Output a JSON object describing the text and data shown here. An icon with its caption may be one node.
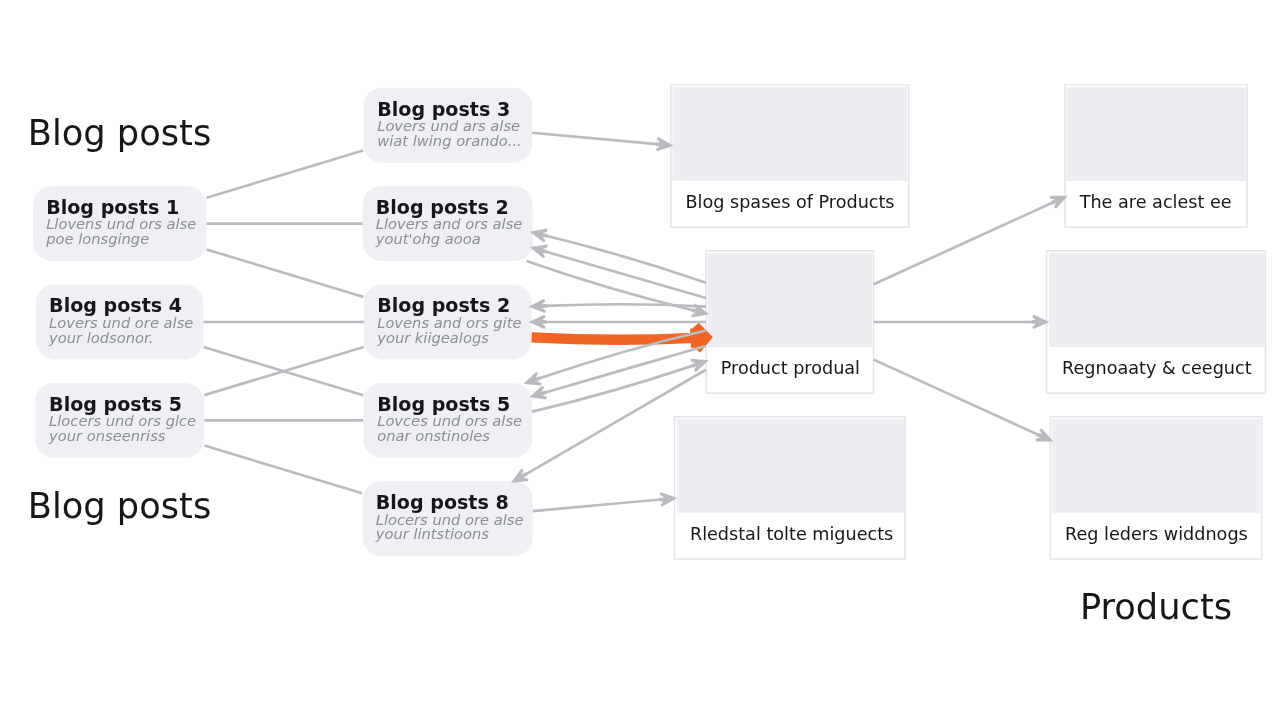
{
  "diagram": {
    "nodes": [
      {
        "text": [
          "Blog posts 3",
          "Lovers und ars alse wiat lwing orando..."
        ]
      },
      {
        "text": [
          "Blog posts 1",
          "Llovens und ors alse poe lonsginge"
        ]
      },
      {
        "text": [
          "Blog posts 2",
          "Llovers and ors alse yout'ohg aooa"
        ]
      },
      {
        "text": [
          "Blog posts 4",
          "Lovers und ore alse your lodsonor."
        ]
      },
      {
        "text": [
          "Blog posts 2",
          "Lovens and ors gite your kiigealogs"
        ]
      },
      {
        "text": [
          "Blog posts 5",
          "Lovces und ors alse onar onstinoles"
        ]
      },
      {
        "text": [
          "Blog posts 5",
          "Llocers und ors glce your onseenriss"
        ]
      },
      {
        "text": [
          "Blog posts 8",
          "Llocers und ore alse your lintstioons"
        ]
      },
      {
        "text": [
          "Blog spases of Products"
        ]
      },
      {
        "text": [
          "The are aclest ee"
        ]
      },
      {
        "text": [
          "Product produal"
        ]
      },
      {
        "text": [
          "Regnoaaty & ceeguct"
        ]
      },
      {
        "text": [
          "Rledstal tolte miguects"
        ]
      },
      {
        "text": [
          "Reg leders widdnogs"
        ]
      }
    ],
    "edges": [
      {
        "from": 1,
        "to": 0,
        "arrow": "none"
      },
      {
        "from": 1,
        "to": 2,
        "arrow": "none"
      },
      {
        "from": 1,
        "to": 4,
        "arrow": "none"
      },
      {
        "from": 3,
        "to": 4,
        "arrow": "none"
      },
      {
        "from": 3,
        "to": 5,
        "arrow": "none"
      },
      {
        "from": 6,
        "to": 4,
        "arrow": "none"
      },
      {
        "from": 6,
        "to": 5,
        "arrow": "none"
      },
      {
        "from": 6,
        "to": 7,
        "arrow": "none"
      },
      {
        "from": 0,
        "to": 8,
        "arrow": "to"
      },
      {
        "from": 2,
        "to": 10,
        "arrow": "to"
      },
      {
        "from": 4,
        "to": 10,
        "arrow": "to",
        "style": "thick",
        "color": "#f26522"
      },
      {
        "from": 5,
        "to": 10,
        "arrow": "to"
      },
      {
        "from": 7,
        "to": 12,
        "arrow": "to"
      },
      {
        "from": 10,
        "to": 2,
        "arrow": "to"
      },
      {
        "from": 10,
        "to": 2,
        "arrow": "to"
      },
      {
        "from": 10,
        "to": 4,
        "arrow": "to"
      },
      {
        "from": 10,
        "to": 4,
        "arrow": "to"
      },
      {
        "from": 10,
        "to": 5,
        "arrow": "to"
      },
      {
        "from": 10,
        "to": 5,
        "arrow": "to"
      },
      {
        "from": 10,
        "to": 7,
        "arrow": "to"
      },
      {
        "from": 10,
        "to": 9,
        "arrow": "to"
      },
      {
        "from": 10,
        "to": 11,
        "arrow": "to"
      },
      {
        "from": 10,
        "to": 13,
        "arrow": "to"
      }
    ],
    "labels": [
      "Blog posts",
      "Blog posts",
      "Products"
    ]
  }
}
